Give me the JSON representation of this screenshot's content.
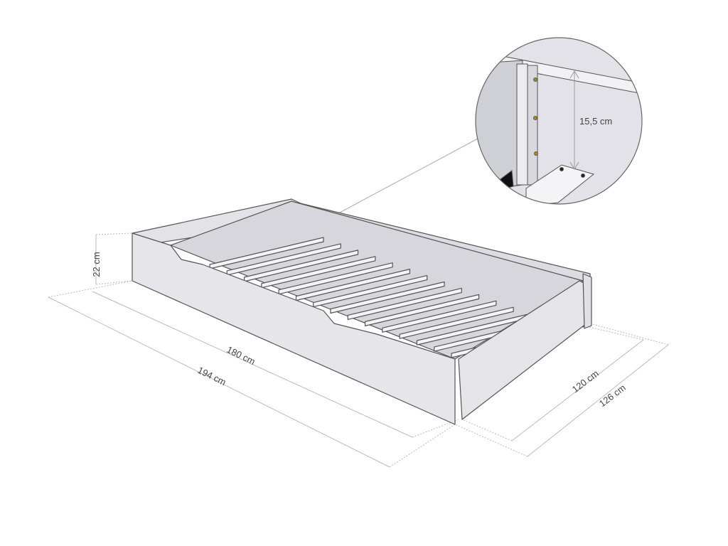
{
  "dimensions": {
    "height": "22 cm",
    "inner_length": "180 cm",
    "outer_length": "194 cm",
    "inner_width": "120 cm",
    "outer_width": "126 cm",
    "detail_height": "15,5 cm"
  },
  "colors": {
    "panel": "#e6e6ea",
    "panel_dark": "#d4d4da",
    "line": "#555555",
    "dim": "#bbbbbb"
  }
}
